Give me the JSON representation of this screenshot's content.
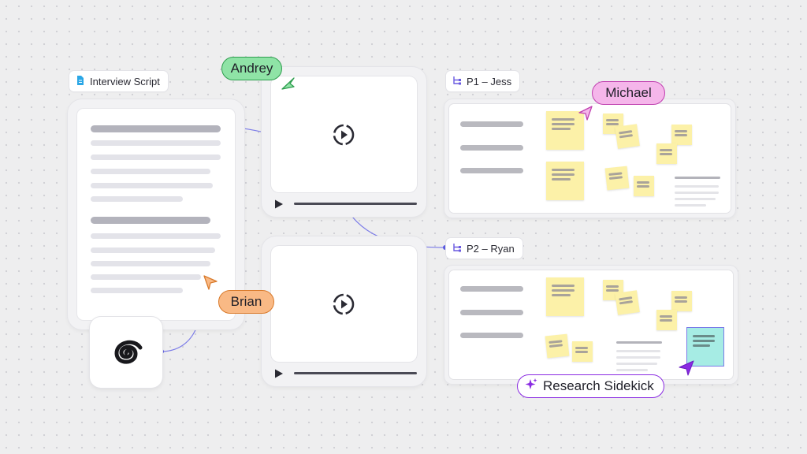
{
  "colors": {
    "accent": "#5b5be0",
    "andrey": "#8fe3a6",
    "brian": "#f9b985",
    "michael": "#f5b6ea",
    "sidekick": "#8a2be2",
    "sticky": "#fcf1a8",
    "sticky_selected": "#a6ece4"
  },
  "chips": {
    "interview_script": {
      "label": "Interview Script",
      "icon": "document-icon"
    },
    "p1": {
      "label": "P1 – Jess",
      "icon": "tree-icon"
    },
    "p2": {
      "label": "P2 – Ryan",
      "icon": "tree-icon"
    }
  },
  "cursors": {
    "andrey": "Andrey",
    "michael": "Michael",
    "brian": "Brian"
  },
  "sidekick": {
    "label": "Research Sidekick",
    "icon": "sparkle-icon"
  },
  "app_icon": "spiral-logo-icon"
}
